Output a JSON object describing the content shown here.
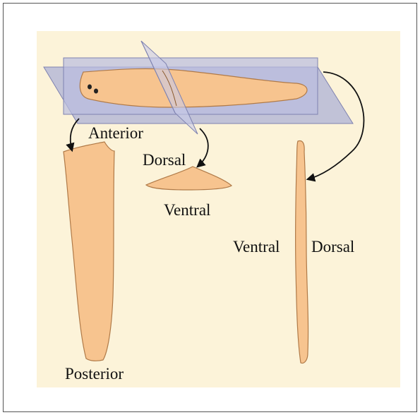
{
  "labels": {
    "anterior": "Anterior",
    "dorsal_cross": "Dorsal",
    "ventral_cross": "Ventral",
    "ventral_sagittal": "Ventral",
    "dorsal_sagittal": "Dorsal",
    "posterior": "Posterior"
  },
  "colors": {
    "panel_background": "#fcf3d9",
    "tissue_fill": "#f7c48f",
    "tissue_stroke": "#b07a48",
    "plane_fill": "#aeb1d6",
    "arrow": "#111111"
  }
}
